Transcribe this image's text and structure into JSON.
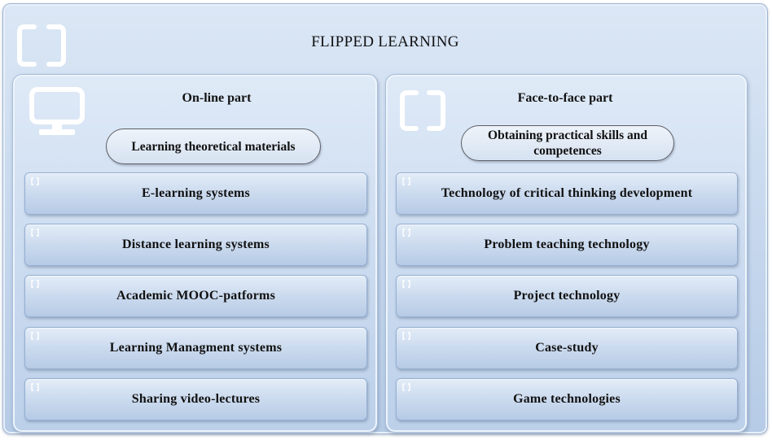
{
  "diagram": {
    "title": "FLIPPED LEARNING",
    "left_panel": {
      "title": "On-line part",
      "icon": "monitor-icon",
      "goal": "Learning theoretical materials",
      "items": [
        "E-learning systems",
        "Distance learning systems",
        "Academic MOOC-patforms",
        "Learning Managment systems",
        "Sharing video-lectures"
      ]
    },
    "right_panel": {
      "title": "Face-to-face part",
      "icon": "bracket-frame-icon",
      "goal": "Obtaining practical skills and competences",
      "items": [
        "Technology of critical thinking development",
        "Problem teaching technology",
        "Project technology",
        "Case-study",
        "Game technologies"
      ]
    },
    "colors": {
      "panel_fill": "#cfdef1",
      "panel_border": "#a9bfdc",
      "icon_white": "#ffffff",
      "text": "#111111"
    }
  }
}
